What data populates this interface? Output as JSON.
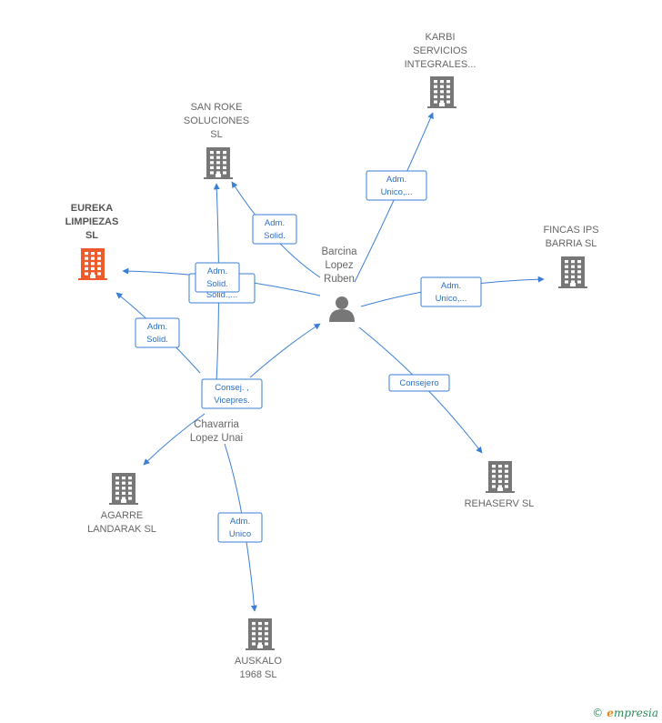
{
  "colors": {
    "edge": "#3a7fd5",
    "building": "#777777",
    "building_focus": "#ef5a2a",
    "person": "#777777"
  },
  "persons": [
    {
      "id": "barcina",
      "lines": [
        "Barcina",
        "Lopez",
        "Ruben"
      ],
      "icon": "person-icon"
    },
    {
      "id": "chavarria",
      "lines": [
        "Chavarria",
        "Lopez Unai"
      ],
      "icon": "person-icon"
    }
  ],
  "companies": [
    {
      "id": "karbi",
      "lines": [
        "KARBI",
        "SERVICIOS",
        "INTEGRALES..."
      ],
      "focus": false,
      "icon": "building-icon"
    },
    {
      "id": "sanroke",
      "lines": [
        "SAN ROKE",
        "SOLUCIONES",
        "SL"
      ],
      "focus": false,
      "icon": "building-icon"
    },
    {
      "id": "eureka",
      "lines": [
        "EUREKA",
        "LIMPIEZAS",
        "SL"
      ],
      "focus": true,
      "icon": "building-icon"
    },
    {
      "id": "fincas",
      "lines": [
        "FINCAS IPS",
        "BARRIA  SL"
      ],
      "focus": false,
      "icon": "building-icon"
    },
    {
      "id": "rehaserv",
      "lines": [
        "REHASERV  SL"
      ],
      "focus": false,
      "icon": "building-icon"
    },
    {
      "id": "agarre",
      "lines": [
        "AGARRE",
        "LANDARAK  SL"
      ],
      "focus": false,
      "icon": "building-icon"
    },
    {
      "id": "auskalo",
      "lines": [
        "AUSKALO",
        "1968  SL"
      ],
      "focus": false,
      "icon": "building-icon"
    }
  ],
  "edges": [
    {
      "from": "barcina",
      "to": "karbi",
      "label": [
        "Adm.",
        "Unico,..."
      ]
    },
    {
      "from": "barcina",
      "to": "sanroke",
      "label": [
        "Adm.",
        "Solid."
      ]
    },
    {
      "from": "barcina",
      "to": "eureka",
      "label": [
        "Adm.",
        "Solid.,..."
      ]
    },
    {
      "from": "barcina",
      "to": "fincas",
      "label": [
        "Adm.",
        "Unico,..."
      ]
    },
    {
      "from": "barcina",
      "to": "rehaserv",
      "label": [
        "Consejero"
      ]
    },
    {
      "from": "chavarria",
      "to": "sanroke",
      "label": [
        "Adm.",
        "Solid."
      ]
    },
    {
      "from": "chavarria",
      "to": "eureka",
      "label": [
        "Adm.",
        "Solid."
      ]
    },
    {
      "from": "chavarria",
      "to": "barcina",
      "label": [
        "Consej. ,",
        "Vicepres."
      ]
    },
    {
      "from": "chavarria",
      "to": "agarre",
      "label": []
    },
    {
      "from": "chavarria",
      "to": "auskalo",
      "label": [
        "Adm.",
        "Unico"
      ]
    }
  ],
  "brand": {
    "copyright": "©",
    "initial": "e",
    "name": "mpresia"
  }
}
